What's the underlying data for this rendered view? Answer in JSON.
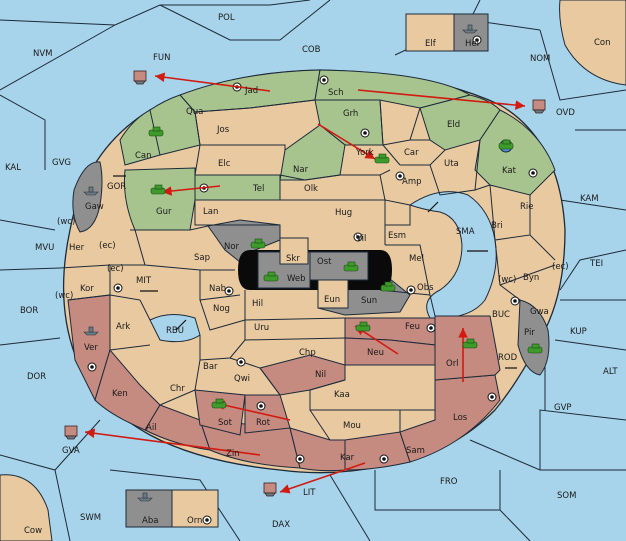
{
  "game": {
    "title": "",
    "colors": {
      "sea": "#a7d4ea",
      "neutral_land": "#e8c9a0",
      "power_green": "#a8c48e",
      "power_red": "#c58a80",
      "power_gray": "#8f8f8f",
      "impassable": "#000000",
      "move_arrow": "#d11a10",
      "army_green": "#3d9a2b",
      "fleet_gray": "#6b7b86"
    },
    "sea_labels": [
      "POL",
      "NVM",
      "FUN",
      "COB",
      "NOM",
      "Con",
      "KAL",
      "GVG",
      "GOR",
      "KAM",
      "SMA",
      "TEI",
      "MVU",
      "MIT",
      "BOR",
      "RBU",
      "BUC",
      "KUP",
      "DOR",
      "ROD",
      "ALT",
      "GVP",
      "GVA",
      "FRO",
      "SOM",
      "LIT",
      "SWM",
      "DAX",
      "Cow"
    ],
    "land_labels": [
      "Jad",
      "Sch",
      "OVD",
      "Qua",
      "Grh",
      "Eld",
      "Jos",
      "Car",
      "Can",
      "Elc",
      "York",
      "Uta",
      "Nar",
      "Kat",
      "Amp",
      "Tel",
      "Olk",
      "Gur",
      "Lan",
      "Hug",
      "Rie",
      "Gaw",
      "Bri",
      "Vil",
      "Esm",
      "Nor",
      "Skr",
      "Ost",
      "Mel",
      "Her",
      "Sap",
      "Web",
      "Byn",
      "Kor",
      "Nab",
      "Obs",
      "Eun",
      "Sun",
      "Gwa",
      "Hil",
      "Nog",
      "Ark",
      "Uru",
      "Feu",
      "Pir",
      "Ver",
      "Chp",
      "Neu",
      "Orl",
      "Bar",
      "Qwi",
      "Nil",
      "Ken",
      "Chr",
      "Kaa",
      "Sot",
      "Rot",
      "Ail",
      "Mou",
      "Los",
      "Zin",
      "Sam",
      "Kar",
      "Elf",
      "Hel",
      "Aba",
      "Orn"
    ],
    "abbrevs": [
      "(wc)",
      "(ec)",
      "(ec)",
      "(wc)",
      "(wc)",
      "(ec)"
    ],
    "units": [
      {
        "type": "army",
        "power": "green",
        "province": "Can"
      },
      {
        "type": "army",
        "power": "green",
        "province": "Gur"
      },
      {
        "type": "army",
        "power": "green",
        "province": "York"
      },
      {
        "type": "army",
        "power": "green",
        "province": "Kat"
      },
      {
        "type": "army",
        "power": "green",
        "province": "Nor"
      },
      {
        "type": "army",
        "power": "green",
        "province": "Web"
      },
      {
        "type": "army",
        "power": "green",
        "province": "Ost"
      },
      {
        "type": "army",
        "power": "green",
        "province": "Sun"
      },
      {
        "type": "army",
        "power": "green",
        "province": "Neu"
      },
      {
        "type": "army",
        "power": "green",
        "province": "Orl"
      },
      {
        "type": "army",
        "power": "green",
        "province": "Sot"
      },
      {
        "type": "army",
        "power": "green",
        "province": "Pir"
      },
      {
        "type": "fleet",
        "power": "gray",
        "province": "Gaw"
      },
      {
        "type": "fleet",
        "power": "gray",
        "province": "Ver"
      },
      {
        "type": "fleet",
        "power": "gray",
        "province": "Hel"
      },
      {
        "type": "fleet",
        "power": "gray",
        "province": "Aba"
      },
      {
        "type": "fleet",
        "power": "red",
        "province": "FUN"
      },
      {
        "type": "fleet",
        "power": "red",
        "province": "OVD"
      },
      {
        "type": "fleet",
        "power": "red",
        "province": "GVA"
      },
      {
        "type": "fleet",
        "power": "red",
        "province": "LIT"
      }
    ]
  }
}
